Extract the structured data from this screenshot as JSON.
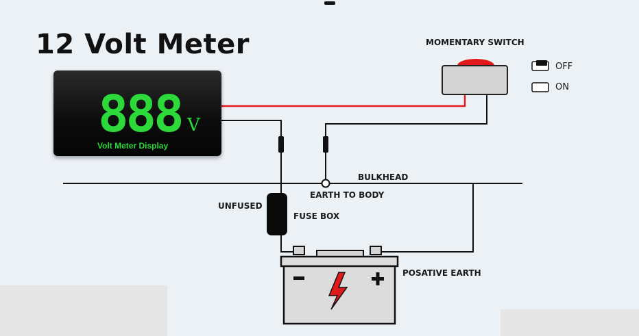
{
  "title": "12 Volt Meter",
  "meter": {
    "digits": "888",
    "unit": "V",
    "caption": "Volt Meter Display"
  },
  "switch": {
    "label": "MOMENTARY SWITCH"
  },
  "legend": {
    "off": "OFF",
    "on": "ON"
  },
  "labels": {
    "bulkhead": "BULKHEAD",
    "earth_to_body": "EARTH TO BODY",
    "unfused": "UNFUSED",
    "fuse_box": "FUSE BOX",
    "posative_earth": "POSATIVE EARTH"
  },
  "battery": {
    "minus": "−",
    "plus": "+"
  },
  "colors": {
    "background": "#ecf1f6",
    "wire_positive": "#e0191b",
    "wire_black": "#111111",
    "display_green": "#2cd83a",
    "switch_button": "#e0191b",
    "battery_fill": "#dcdcdc",
    "bolt_fill": "#e0191b"
  }
}
